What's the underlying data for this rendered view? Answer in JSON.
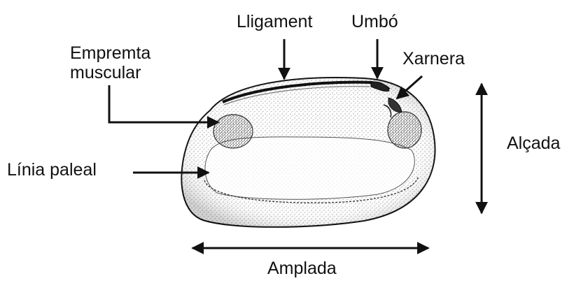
{
  "labels": {
    "ligament": "Lligament",
    "umbo": "Umbó",
    "xarnera": "Xarnera",
    "empremta_line1": "Empremta",
    "empremta_line2": "muscular",
    "linia_paleal": "Línia paleal",
    "alcada": "Alçada",
    "amplada": "Amplada"
  },
  "icons": {
    "shell": "clam-shell-valve-drawing",
    "pointer": "arrow-pointer",
    "dimension": "double-headed-arrow"
  },
  "colors": {
    "ink": "#111111",
    "background": "#ffffff"
  }
}
